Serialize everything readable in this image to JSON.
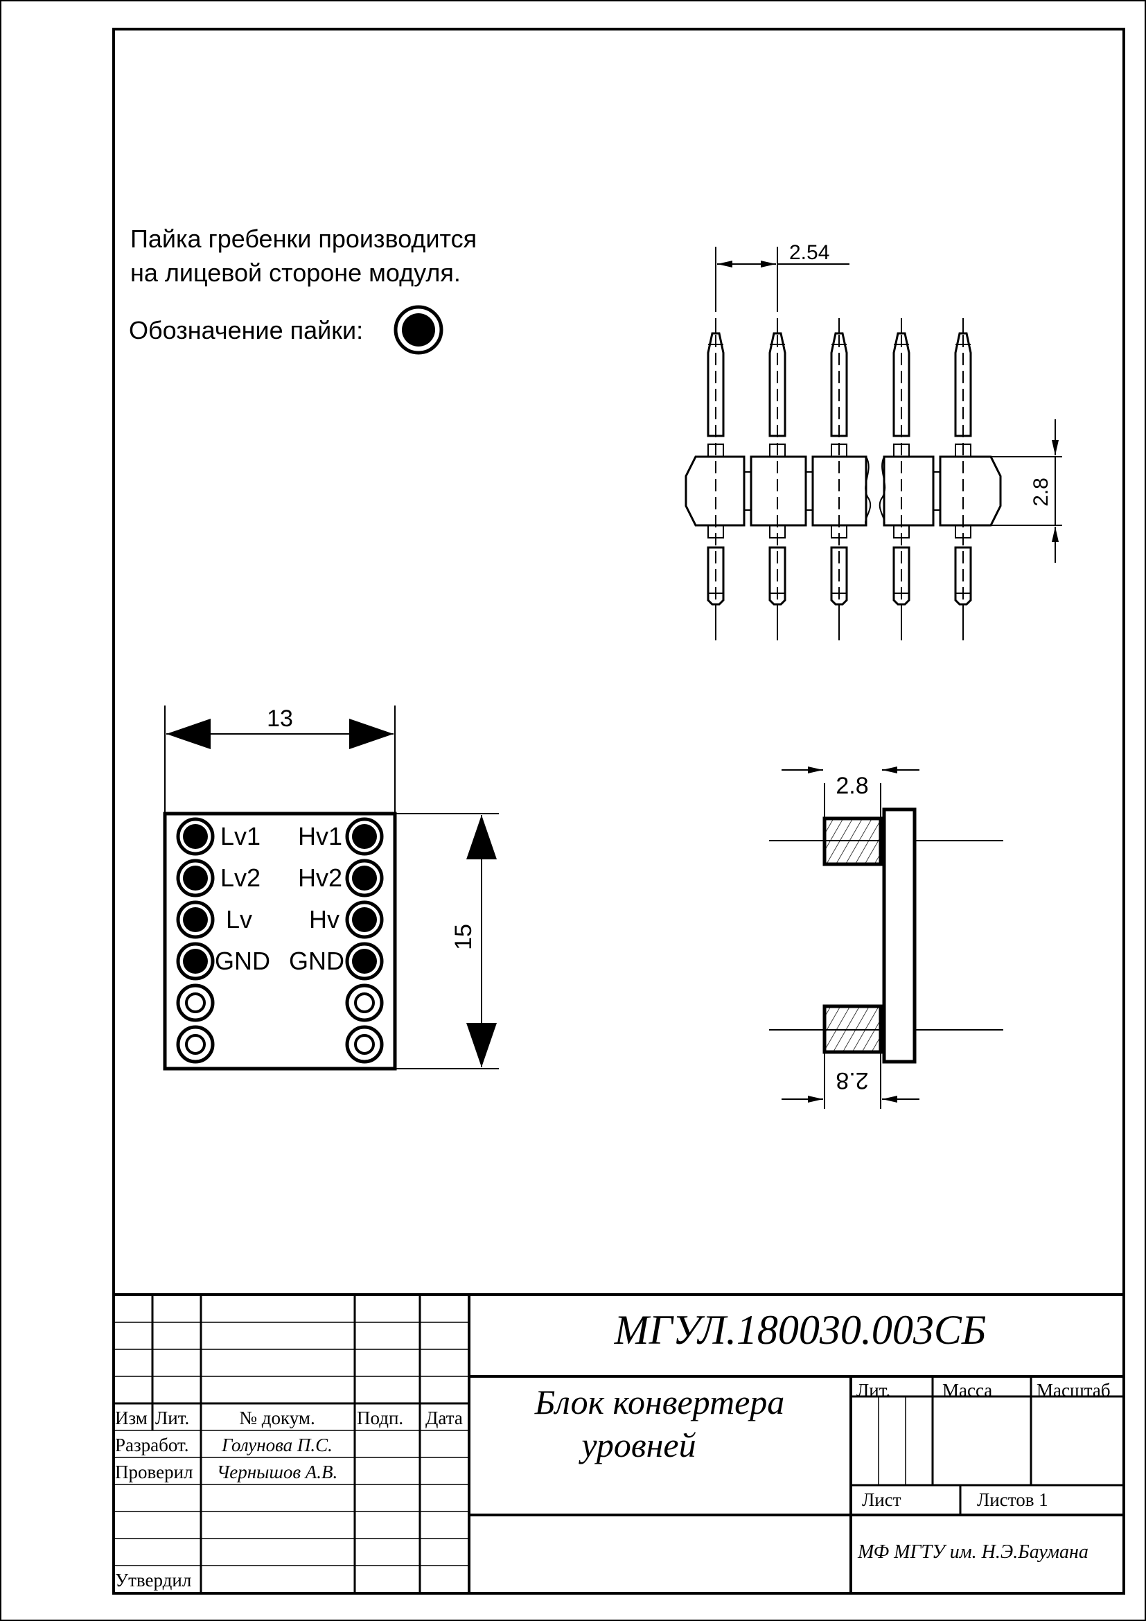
{
  "notes": {
    "line1": "Пайка гребенки производится",
    "line2": "на лицевой стороне модуля.",
    "solder_legend": "Обозначение пайки:",
    "solder_icon": "solder-pad-icon"
  },
  "header_view": {
    "pitch_dim": "2.54",
    "height_dim": "2.8"
  },
  "board": {
    "width_dim": "13",
    "height_dim": "15",
    "left_pins": [
      "Lv1",
      "Lv2",
      "Lv",
      "GND"
    ],
    "right_pins": [
      "Hv1",
      "Hv2",
      "Hv",
      "GND"
    ]
  },
  "side_view": {
    "top_dim": "2.8",
    "bottom_dim": "2.8"
  },
  "title_block": {
    "designation": "МГУЛ.180030.003СБ",
    "product_name_1": "Блок конвертера",
    "product_name_2": "уровней",
    "col_izm": "Изм",
    "col_lit": "Лит.",
    "col_doc": "№ докум.",
    "col_sign": "Подп.",
    "col_date": "Дата",
    "role_developer": "Разработ.",
    "role_checker": "Проверил",
    "role_approver": "Утвердил",
    "developer_name": "Голунова П.С.",
    "checker_name": "Чернышов А.В.",
    "hdr_lit": "Лит.",
    "hdr_mass": "Масса",
    "hdr_scale": "Масштаб",
    "sheet_label": "Лист",
    "sheets_label": "Листов 1",
    "organization": "МФ МГТУ им. Н.Э.Баумана"
  },
  "colors": {
    "line": "#000000",
    "background": "#ffffff"
  }
}
